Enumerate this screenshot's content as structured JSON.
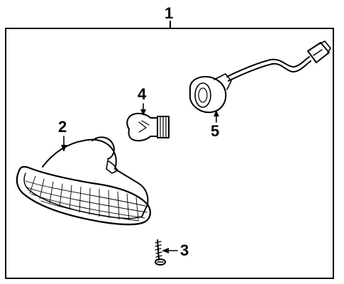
{
  "callouts": {
    "assembly": "1",
    "lens_housing": "2",
    "screw": "3",
    "bulb": "4",
    "socket_harness": "5"
  },
  "colors": {
    "line": "#000000",
    "background": "#ffffff"
  }
}
